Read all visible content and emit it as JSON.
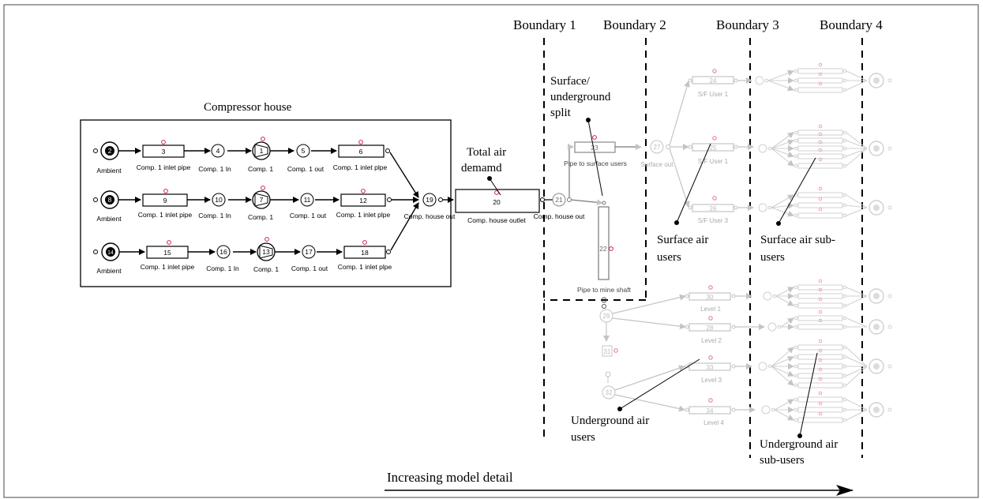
{
  "boundaries": [
    "Boundary 1",
    "Boundary 2",
    "Boundary 3",
    "Boundary 4"
  ],
  "compressor_house": {
    "title": "Compressor house",
    "rows": [
      {
        "ambient_id": "2",
        "ambient_label": "Ambient",
        "pipe1_id": "3",
        "pipe1_label": "Comp. 1 inlet pipe",
        "node_in_id": "4",
        "node_in_label": "Comp. 1 In",
        "comp_id": "1",
        "comp_label": "Comp. 1",
        "node_out_id": "5",
        "node_out_label": "Comp. 1 out",
        "pipe2_id": "6",
        "pipe2_label": "Comp. 1 inlet plpe"
      },
      {
        "ambient_id": "8",
        "ambient_label": "Ambient",
        "pipe1_id": "9",
        "pipe1_label": "Comp. 1 inlet pipe",
        "node_in_id": "10",
        "node_in_label": "Comp. 1 In",
        "comp_id": "7",
        "comp_label": "Comp. 1",
        "node_out_id": "11",
        "node_out_label": "Comp. 1 out",
        "pipe2_id": "12",
        "pipe2_label": "Comp. 1 inlet plpe"
      },
      {
        "ambient_id": "14",
        "ambient_label": "Ambient",
        "pipe1_id": "15",
        "pipe1_label": "Comp. 1 inlet pipe",
        "node_in_id": "16",
        "node_in_label": "Comp. 1 In",
        "comp_id": "13",
        "comp_label": "Comp. 1",
        "node_out_id": "17",
        "node_out_label": "Comp. 1 out",
        "pipe2_id": "18",
        "pipe2_label": "Comp. 1 inlet plpe"
      }
    ],
    "house_out_id": "19",
    "house_out_label": "Comp. house  out"
  },
  "outlet": {
    "id": "20",
    "label": "Comp. house outlet"
  },
  "node21": {
    "id": "21",
    "label": "Comp. house  out"
  },
  "surface_pipe": {
    "id": "23",
    "label": "Pipe to surface users"
  },
  "node27": {
    "id": "27",
    "label": "Surface out"
  },
  "surface_users": [
    {
      "id": "24",
      "label": "S/F User 1"
    },
    {
      "id": "25",
      "label": "S/F User 1"
    },
    {
      "id": "26",
      "label": "S/F User 3"
    }
  ],
  "shaft": {
    "id": "22",
    "label": "Pipe to mine shaft"
  },
  "node29": "29",
  "node31": "31",
  "node32": "32",
  "levels": [
    {
      "id": "30",
      "label": "Level 1"
    },
    {
      "id": "28",
      "label": "Level 2"
    },
    {
      "id": "33",
      "label": "Level 3"
    },
    {
      "id": "34",
      "label": "Level 4"
    }
  ],
  "annotations": {
    "total_air_1": "Total air",
    "total_air_2": "demamd",
    "split_1": "Surface/",
    "split_2": "underground",
    "split_3": "split",
    "surface_users_1": "Surface air",
    "surface_users_2": "users",
    "surface_sub_1": "Surface air sub-",
    "surface_sub_2": "users",
    "underground_1": "Underground air",
    "underground_2": "users",
    "underground_sub_1": "Underground air",
    "underground_sub_2": "sub-users"
  },
  "detail_label": "Increasing model detail"
}
